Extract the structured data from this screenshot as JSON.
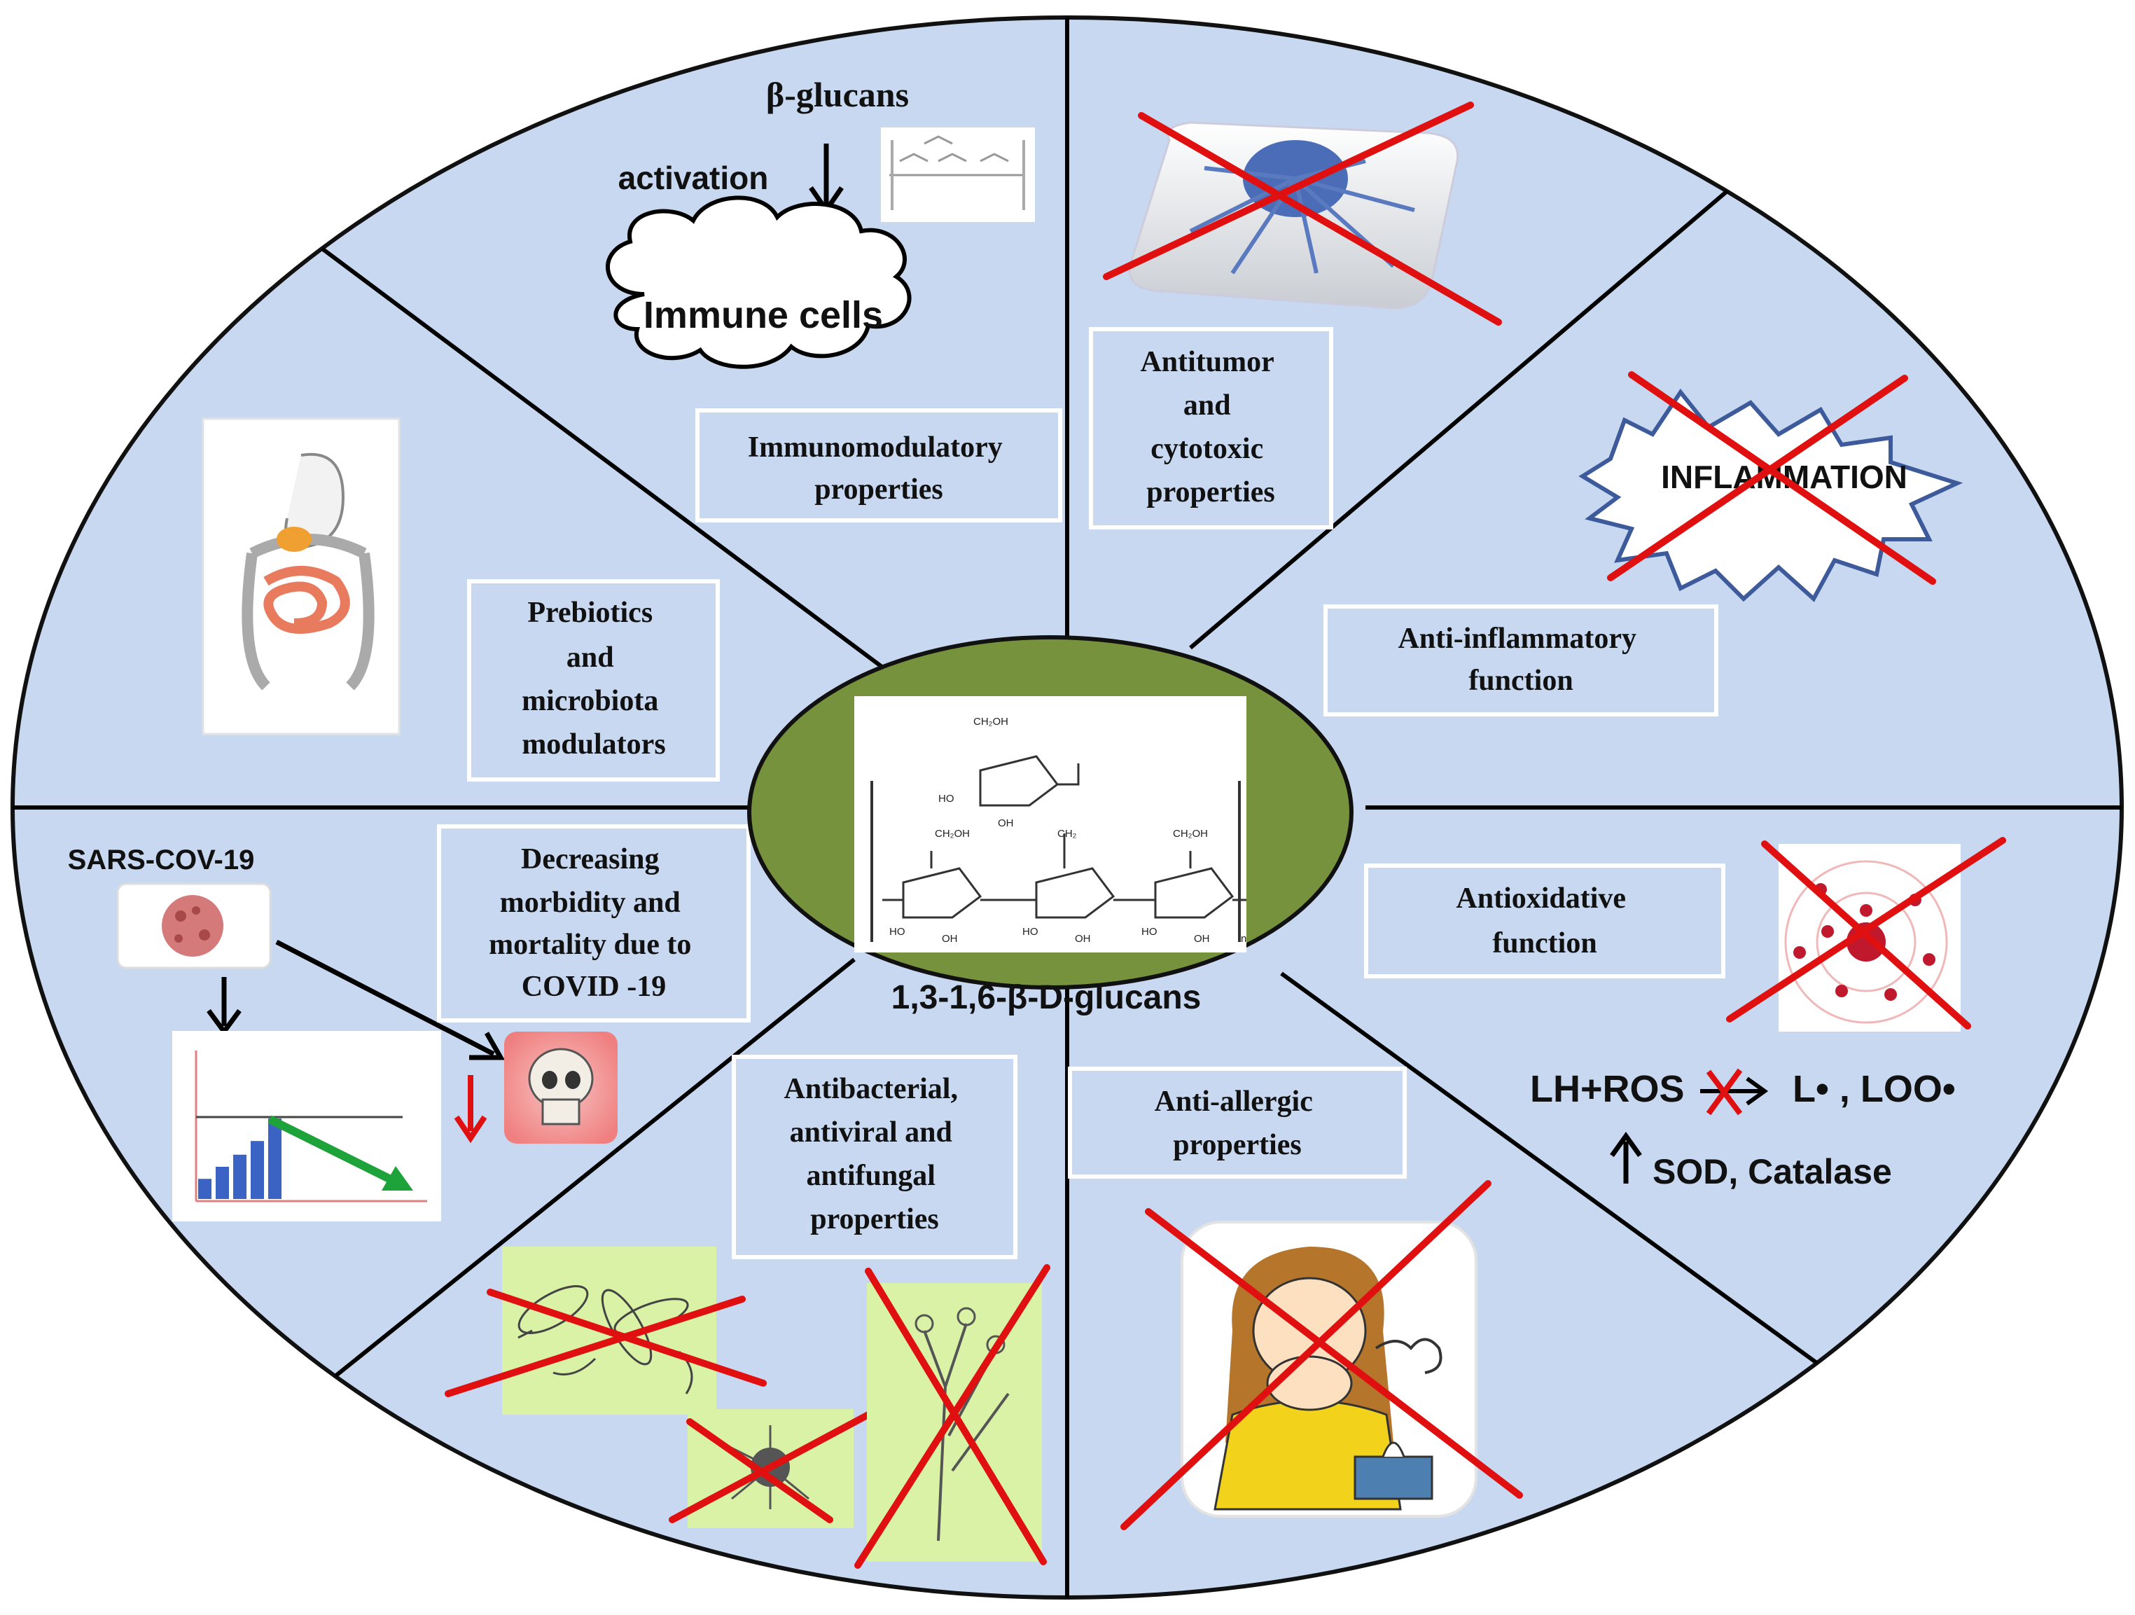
{
  "colors": {
    "ellipse_fill": "#c7d8f0",
    "center_fill": "#76923c",
    "cross": "#e01010",
    "arrow_green": "#1ea23a",
    "bar_blue": "#3b63c4"
  },
  "center": {
    "label": "1,3-1,6-β-D-glucans"
  },
  "immuno": {
    "beta_glucans": "β-glucans",
    "activation": "activation",
    "cell_label": "Immune cells",
    "box_lines": [
      "Immunomodulatory",
      "properties"
    ]
  },
  "antitumor": {
    "box_lines": [
      "Antitumor",
      "and",
      "cytotoxic",
      "properties"
    ]
  },
  "antiinflammatory": {
    "burst_label": "INFLAMMATION",
    "box_lines": [
      "Anti-inflammatory",
      "function"
    ]
  },
  "antioxidative": {
    "box_lines": [
      "Antioxidative",
      "function"
    ],
    "reaction_left": "LH+ROS",
    "reaction_right": "L• , LOO•",
    "enzymes": "SOD, Catalase"
  },
  "antiallergic": {
    "box_lines": [
      "Anti-allergic",
      "properties"
    ]
  },
  "antimicrobial": {
    "box_lines": [
      "Antibacterial,",
      "antiviral and",
      "antifungal",
      "properties"
    ]
  },
  "covid": {
    "virus_label": "SARS-COV-19",
    "box_lines": [
      "Decreasing",
      "morbidity  and",
      "mortality  due to",
      "COVID -19"
    ],
    "chart_bars": [
      0.25,
      0.4,
      0.55,
      0.72,
      1.0
    ]
  },
  "prebiotics": {
    "box_lines": [
      "Prebiotics",
      "and",
      "microbiota",
      "modulators"
    ]
  },
  "icons": [
    "glucan-structure-icon",
    "immune-cell-cloud-icon",
    "tumor-cell-icon",
    "inflammation-burst-icon",
    "atom-radical-icon",
    "sneezing-person-icon",
    "bacteria-icon",
    "fungus-icon",
    "virus-icon",
    "skull-icon",
    "intestine-icon",
    "bar-chart-icon"
  ]
}
